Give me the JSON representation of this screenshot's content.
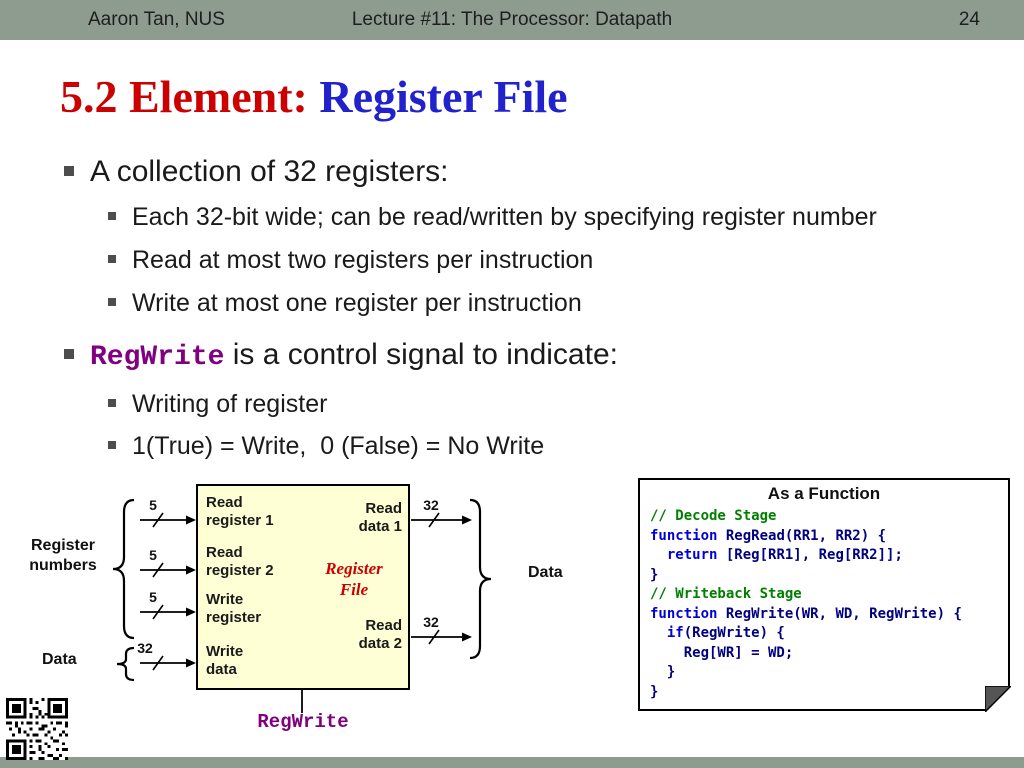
{
  "header": {
    "author": "Aaron Tan, NUS",
    "lecture": "Lecture #11: The Processor: Datapath",
    "page": "24"
  },
  "title": {
    "prefix": "5.2 Element: ",
    "highlight": "Register File"
  },
  "bullets": {
    "b1": "A collection of 32 registers:",
    "b1_subs": [
      "Each 32-bit wide; can be read/written by specifying register number",
      "Read at most two registers per instruction",
      "Write at most one register per instruction"
    ],
    "b2_code": "RegWrite",
    "b2_rest": " is a control signal to indicate:",
    "b2_subs": [
      "Writing of register",
      "1(True) = Write,  0 (False) = No Write"
    ]
  },
  "diagram": {
    "group_label": "Register\nnumbers",
    "data_in_label": "Data",
    "data_out_label": "Data",
    "box_title": "Register\nFile",
    "ports_left": [
      "Read\nregister 1",
      "Read\nregister 2",
      "Write\nregister",
      "Write\ndata"
    ],
    "ports_right": [
      "Read\ndata 1",
      "Read\ndata 2"
    ],
    "widths_in": [
      "5",
      "5",
      "5",
      "32"
    ],
    "widths_out": [
      "32",
      "32"
    ],
    "control_label": "RegWrite"
  },
  "code_box": {
    "title": "As a Function",
    "lines": [
      [
        [
          "cm",
          "// Decode Stage"
        ]
      ],
      [
        [
          "kw",
          "function"
        ],
        [
          "pl",
          " RegRead(RR1, RR2) {"
        ]
      ],
      [
        [
          "pl",
          "  "
        ],
        [
          "kw",
          "return"
        ],
        [
          "pl",
          " [Reg[RR1], Reg[RR2]];"
        ]
      ],
      [
        [
          "pl",
          "}"
        ]
      ],
      [
        [
          "cm",
          "// Writeback Stage"
        ]
      ],
      [
        [
          "kw",
          "function"
        ],
        [
          "pl",
          " RegWrite(WR, WD, RegWrite) {"
        ]
      ],
      [
        [
          "pl",
          "  "
        ],
        [
          "kw",
          "if"
        ],
        [
          "pl",
          "(RegWrite) {"
        ]
      ],
      [
        [
          "pl",
          "    Reg[WR] = WD;"
        ]
      ],
      [
        [
          "pl",
          "  }"
        ]
      ],
      [
        [
          "pl",
          "}"
        ]
      ]
    ]
  },
  "colors": {
    "bar": "#8d9c8e",
    "title_red": "#cc0000",
    "title_blue": "#2222cc",
    "purple": "#800080",
    "box_fill": "#ffffd6",
    "comment_green": "#008000",
    "keyword_blue": "#0000d8",
    "code_navy": "#000080"
  }
}
